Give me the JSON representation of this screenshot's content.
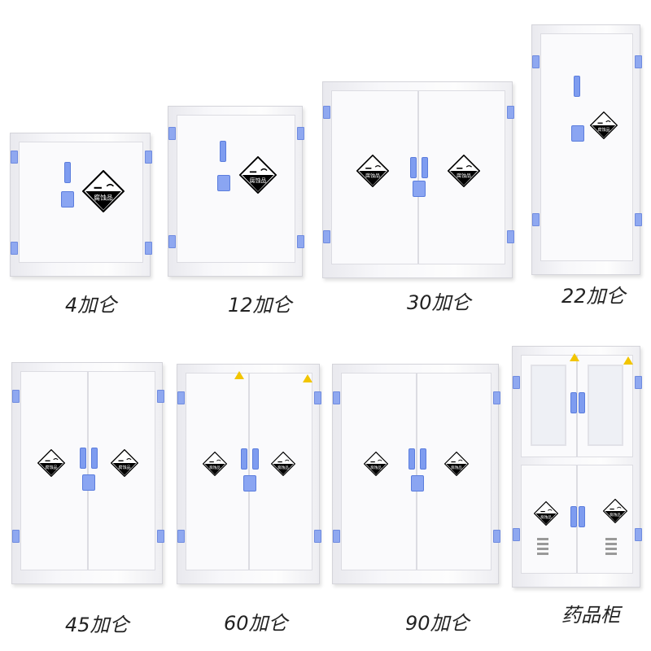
{
  "products": [
    {
      "label": "4加仑",
      "sign_text": "腐蚀品"
    },
    {
      "label": "12加仑",
      "sign_text": "腐蚀品"
    },
    {
      "label": "30加仑",
      "sign_text": "腐蚀品"
    },
    {
      "label": "22加仑",
      "sign_text": "腐蚀品"
    },
    {
      "label": "45加仑",
      "sign_text": "腐蚀品"
    },
    {
      "label": "60加仑",
      "sign_text": "腐蚀品"
    },
    {
      "label": "90加仑",
      "sign_text": "腐蚀品"
    },
    {
      "label": "药品柜",
      "sign_text": "腐蚀品"
    }
  ],
  "colors": {
    "cabinet": "#f7f7fa",
    "hardware": "#7e9cf0",
    "warning": "#f2c500",
    "sign": "#000000"
  }
}
